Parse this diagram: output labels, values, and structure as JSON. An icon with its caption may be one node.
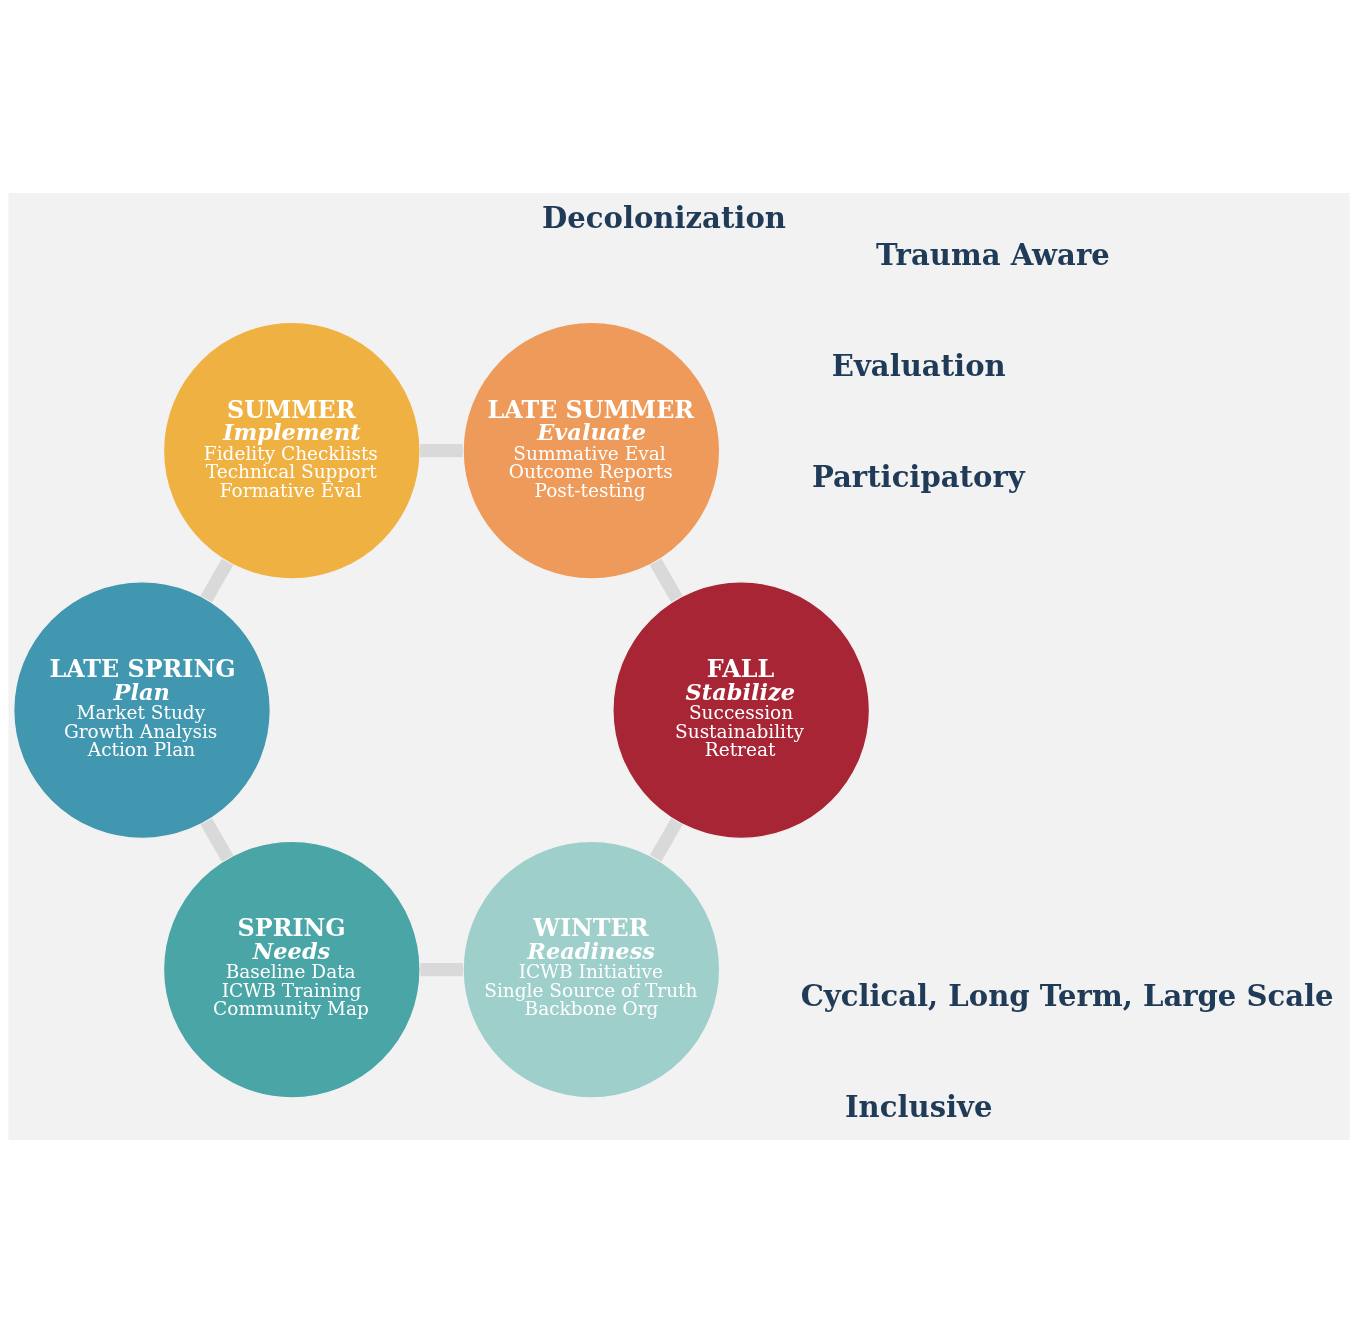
{
  "diagram": {
    "nodes": [
      {
        "text": [
          "WINTER",
          "Readiness",
          "ICWB Initiative",
          "Single Source of Truth",
          "Backbone Org"
        ]
      },
      {
        "text": [
          "SPRING",
          "Needs",
          "Baseline Data",
          "ICWB Training",
          "Community Map"
        ]
      },
      {
        "text": [
          "LATE SPRING",
          "Plan",
          "Market Study",
          "Growth Analysis",
          "Action Plan"
        ]
      },
      {
        "text": [
          "SUMMER",
          "Implement",
          "Fidelity Checklists",
          "Technical Support",
          "Formative Eval"
        ]
      },
      {
        "text": [
          "LATE SUMMER",
          "Evaluate",
          "Summative Eval",
          "Outcome Reports",
          "Post-testing"
        ]
      },
      {
        "text": [
          "FALL",
          "Stabilize",
          "Succession",
          "Sustainability",
          "Retreat"
        ]
      }
    ],
    "edges": [
      {
        "from": 0,
        "to": 1,
        "arrow": "none"
      },
      {
        "from": 1,
        "to": 2,
        "arrow": "none"
      },
      {
        "from": 2,
        "to": 3,
        "arrow": "none"
      },
      {
        "from": 3,
        "to": 4,
        "arrow": "none"
      },
      {
        "from": 4,
        "to": 5,
        "arrow": "none"
      },
      {
        "from": 5,
        "to": 0,
        "arrow": "none"
      }
    ],
    "labels": [
      "Participatory",
      "Evaluation",
      "Cyclical, Long Term, Large Scale",
      "Trauma Aware",
      "Inclusive",
      "Decolonization"
    ]
  }
}
